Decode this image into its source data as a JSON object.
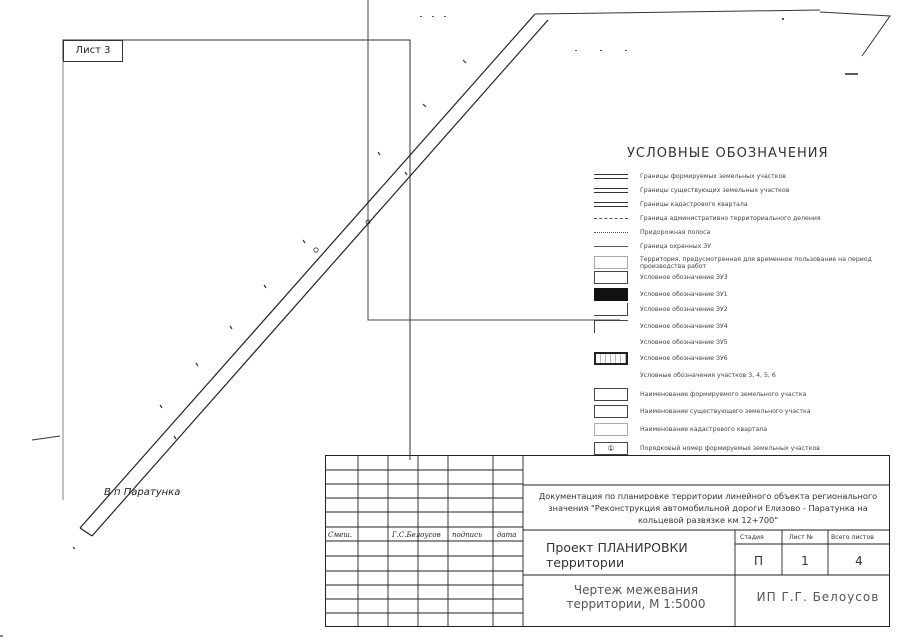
{
  "sheet": {
    "label": "Лист 3"
  },
  "place_label": "В п  Паратунка",
  "legend": {
    "title": "УСЛОВНЫЕ  ОБОЗНАЧЕНИЯ",
    "items": [
      {
        "label": "Границы формируемых земельных участков",
        "symbol": "line-double"
      },
      {
        "label": "Границы существующих земельных участков",
        "symbol": "line-double"
      },
      {
        "label": "Границы кадастрового квартала",
        "symbol": "line-double"
      },
      {
        "label": "Граница административно территориального деления",
        "symbol": "line-dash"
      },
      {
        "label": "Придорожная полоса",
        "symbol": "line-dots"
      },
      {
        "label": "Граница охранных ЗУ",
        "symbol": "line-arrow"
      },
      {
        "label": "Территория, предусмотренная для временное пользование на период производства работ",
        "symbol": "box-light"
      },
      {
        "label": "Условное обозначение   ЗУ3",
        "symbol": "box"
      },
      {
        "label": "Условное обозначение   ЗУ1",
        "symbol": "box-black"
      },
      {
        "label": "Условное обозначение   ЗУ2",
        "symbol": "box-open"
      },
      {
        "label": "Условное обозначение   ЗУ4",
        "symbol": "box-corner"
      },
      {
        "label": "Условное обозначение   ЗУ5",
        "symbol": "none"
      },
      {
        "label": "Условное обозначение   ЗУ6",
        "symbol": "box-hatch"
      },
      {
        "label": "Условные обозначения участков 3, 4, 5, 6",
        "symbol": "none"
      },
      {
        "label": "Наименование формируемого земельного участка",
        "symbol": "box"
      },
      {
        "label": "Наименование существующего земельного участка",
        "symbol": "box"
      },
      {
        "label": "Наименование кадастрового квартала",
        "symbol": "box-light"
      },
      {
        "label": "Порядковый номер формируемых земельных участков",
        "symbol": "circle-1"
      }
    ]
  },
  "title_block": {
    "document_description": "Документация по планировке территории линейного объекта регионального значения \"Реконструкция автомобильной дороги Елизово - Паратунка на кольцевой развязке км 12+700\"",
    "project_title": "Проект  ПЛАНИРОВКИ территории",
    "drawing_title": "Чертеж межевания территории,  М 1:5000",
    "stage_header": "Стадия",
    "stage": "П",
    "sheet_header": "Лист №",
    "sheet": "1",
    "sheets_header": "Всего листов",
    "sheets_total": "4",
    "author": "ИП Г.Г.  Белоусов",
    "signature_row": [
      "Смеш.",
      "Г.С.Белоусов",
      "подпись",
      "дата"
    ]
  }
}
